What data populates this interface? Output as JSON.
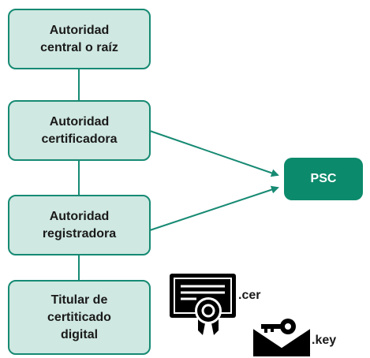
{
  "colors": {
    "box_fill": "#cfe8e1",
    "box_border": "#168a73",
    "psc_fill": "#0c8a6c",
    "connector": "#168a73",
    "icon": "#000000"
  },
  "hierarchy": [
    {
      "label": "Autoridad\ncentral o raíz"
    },
    {
      "label": "Autoridad\ncertificadora"
    },
    {
      "label": "Autoridad\nregistradora"
    },
    {
      "label": "Titular de\ncertiticado\ndigital"
    }
  ],
  "psc": {
    "label": "PSC"
  },
  "files": {
    "cer": {
      "label": ".cer",
      "icon": "certificate-icon"
    },
    "key": {
      "label": ".key",
      "icon": "key-envelope-icon"
    }
  }
}
